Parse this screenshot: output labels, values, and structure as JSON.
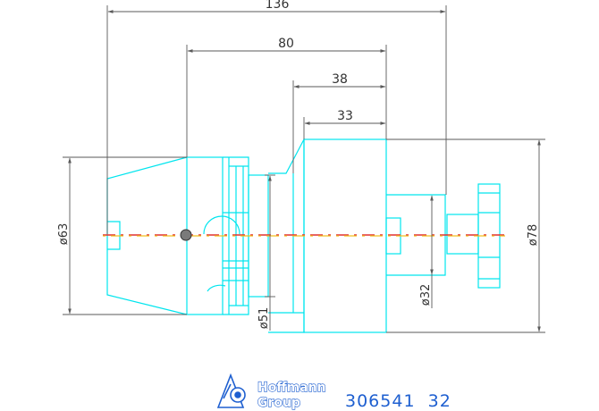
{
  "dimensions": {
    "overall_length": "136",
    "gauge_length": "80",
    "collar_length": "38",
    "body_length": "33",
    "shank_diameter": "ø63",
    "neck_diameter": "ø51",
    "bore_diameter": "ø32",
    "body_diameter": "ø78"
  },
  "branding": {
    "logo_line1": "Hoffmann",
    "logo_line2": "Group",
    "part_number": "306541  32"
  },
  "colors": {
    "outline": "#00e5ee",
    "dimension": "#5a5a5a",
    "centerline_red": "#e03030",
    "centerline_yellow": "#f0c020",
    "brand": "#1e5fd0"
  }
}
